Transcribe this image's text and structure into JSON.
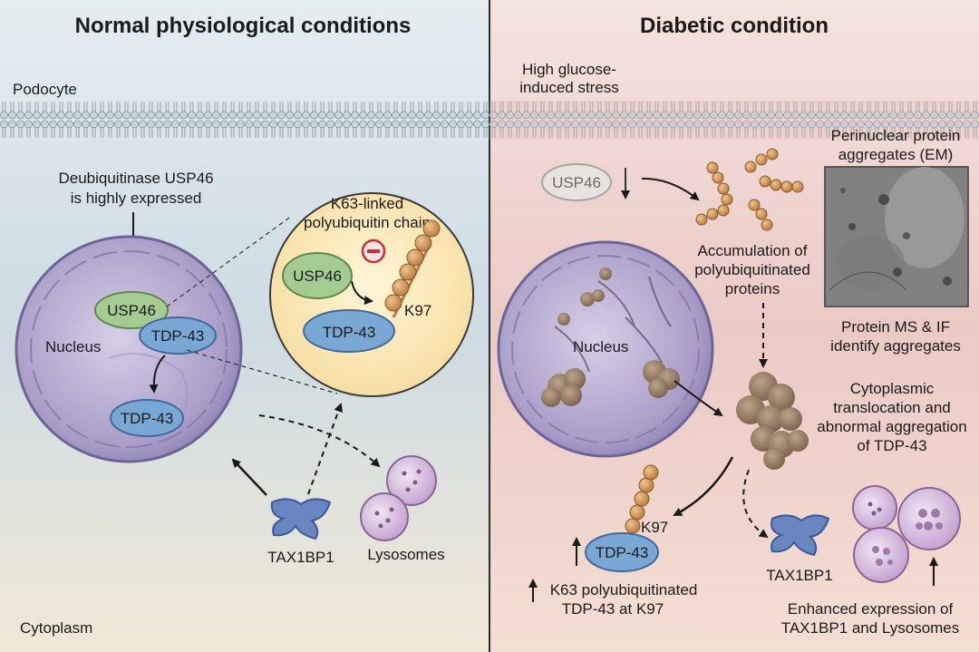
{
  "panels": {
    "left": {
      "title": "Normal physiological conditions",
      "podocyte": "Podocyte",
      "cytoplasm": "Cytoplasm",
      "deub_line1": "Deubiquitinase USP46",
      "deub_line2": "is highly expressed",
      "nucleus": "Nucleus",
      "usp46": "USP46",
      "tdp43_a": "TDP-43",
      "tdp43_b": "TDP-43",
      "tax1bp1": "TAX1BP1",
      "lysosomes": "Lysosomes",
      "inset": {
        "line1": "K63-linked",
        "line2": "polyubiquitin chain",
        "usp46": "USP46",
        "tdp43": "TDP-43",
        "k97": "K97",
        "inhibit_symbol": "minus-icon"
      }
    },
    "right": {
      "title": "Diabetic condition",
      "stress_line1": "High glucose-",
      "stress_line2": "induced stress",
      "usp46": "USP46",
      "accum_line1": "Accumulation of",
      "accum_line2": "polyubiquitinated",
      "accum_line3": "proteins",
      "em_line1": "Perinuclear protein",
      "em_line2": "aggregates (EM)",
      "ms_line1": "Protein MS & IF",
      "ms_line2": "identify aggregates",
      "nucleus": "Nucleus",
      "cyto_line1": "Cytoplasmic",
      "cyto_line2": "translocation and",
      "cyto_line3": "abnormal aggregation",
      "cyto_line4": "of TDP-43",
      "tdp43": "TDP-43",
      "k97": "K97",
      "k63_line1": "K63 polyubiquitinated",
      "k63_line2": "TDP-43 at K97",
      "tax1bp1": "TAX1BP1",
      "enh_line1": "Enhanced expression of",
      "enh_line2": "TAX1BP1 and Lysosomes"
    }
  },
  "colors": {
    "left_bg": "#cfdde6",
    "right_bg": "#edcfcb",
    "membrane": "#9fb3bd",
    "nucleus": "#b3a9cf",
    "usp46_green": "#9cc58c",
    "tdp43_blue": "#6f9fce",
    "ubiquitin": "#d39a5e",
    "aggregate": "#9a8068",
    "lysosome": "#c9a9d3",
    "inset_fill": "#fbe9b6",
    "inhibit_red": "#c8313a"
  }
}
